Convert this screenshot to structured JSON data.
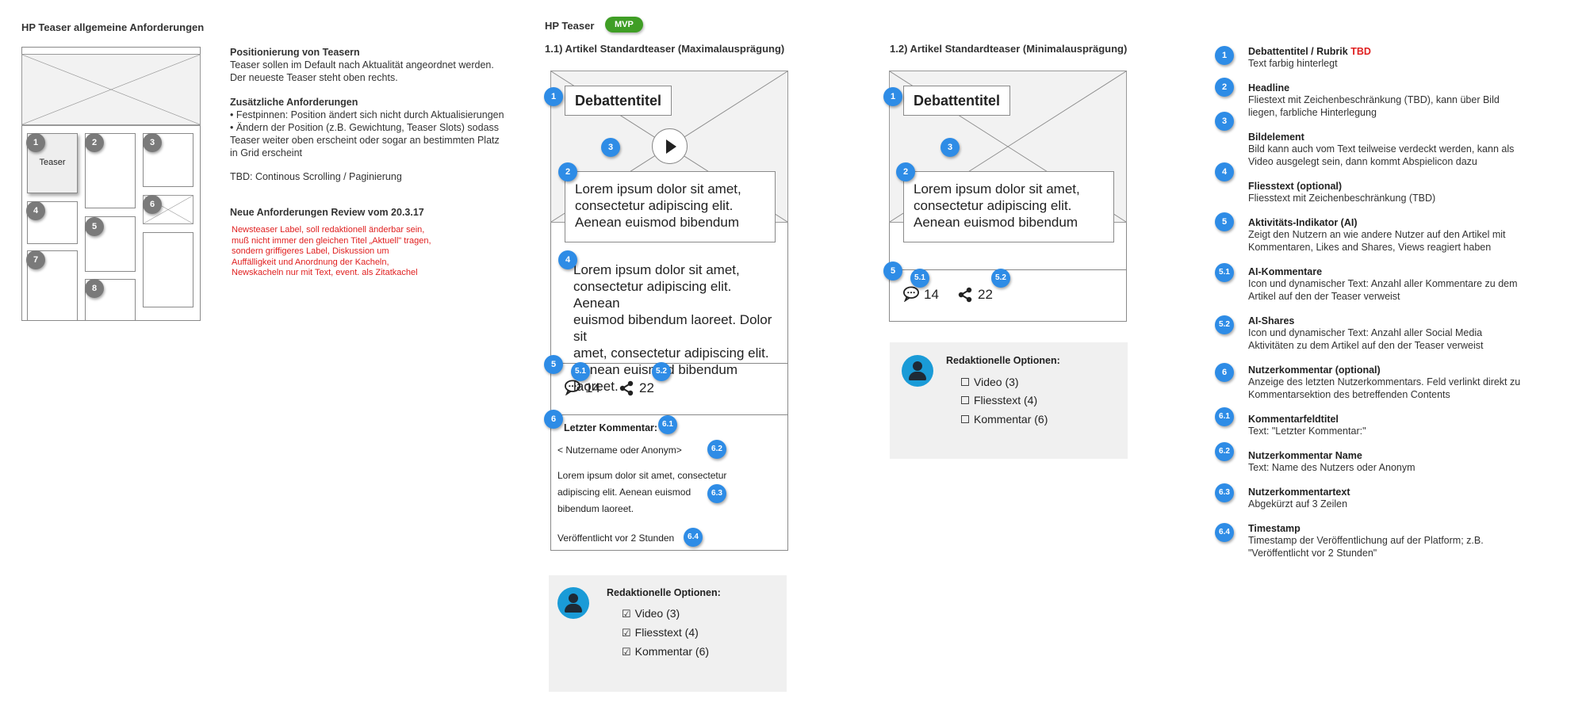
{
  "left": {
    "title": "HP Teaser allgemeine Anforderungen",
    "teaser_label": "Teaser",
    "grid_numbers": [
      "1",
      "2",
      "3",
      "4",
      "5",
      "6",
      "7",
      "8"
    ]
  },
  "requirements": {
    "pos_title": "Positionierung von Teasern",
    "pos_line1": "Teaser sollen im Default nach Aktualität angeordnet werden.",
    "pos_line2": "Der neueste Teaser steht oben rechts.",
    "add_title": "Zusätzliche Anforderungen",
    "add_line1": "• Festpinnen: Position ändert sich nicht durch Aktualisierungen",
    "add_line2": "• Ändern der Position (z.B. Gewichtung, Teaser Slots) sodass",
    "add_line3": "Teaser weiter oben erscheint oder sogar an bestimmten Platz",
    "add_line4": "in Grid erscheint",
    "tbd": "TBD: Continous Scrolling / Paginierung",
    "new_title": "Neue Anforderungen Review vom 20.3.17",
    "new_line1": "Newsteaser Label, soll redaktionell änderbar sein,",
    "new_line2": "muß nicht immer den gleichen Titel „Aktuell\" tragen,",
    "new_line3": "sondern griffigeres Label, Diskussion um",
    "new_line4": "Auffälligkeit und Anordnung der Kacheln,",
    "new_line5": "Newskacheln nur mit Text, event. als Zitatkachel"
  },
  "colors": {
    "accent": "#2e8ce6",
    "badge": "#3f9e25",
    "red": "#e02020",
    "panel": "#f0f0f0",
    "avatar": "#1a9bd7"
  },
  "max_teaser": {
    "header_label": "HP Teaser",
    "badge": "MVP",
    "title": "1.1) Artikel Standardteaser (Maximalausprägung)",
    "debate_title": "Debattentitel",
    "headline_1": "Lorem ipsum dolor sit amet,",
    "headline_2": "consectetur adipiscing elit.",
    "headline_3": "Aenean euismod bibendum",
    "body_1": "Lorem ipsum dolor sit amet,",
    "body_2": "consectetur adipiscing elit. Aenean",
    "body_3": "euismod bibendum laoreet. Dolor sit",
    "body_4": "amet, consectetur adipiscing elit.",
    "body_5": "Aenean euismod bibendum laoreet.",
    "comments_count": "14",
    "shares_count": "22",
    "comment_title": "Letzter Kommentar:",
    "comment_user": "< Nutzername oder Anonym>",
    "comment_1": "Lorem ipsum dolor sit amet, consectetur",
    "comment_2": "adipiscing elit. Aenean euismod",
    "comment_3": "bibendum laoreet.",
    "comment_time": "Veröffentlicht vor 2 Stunden",
    "options_title": "Redaktionelle Optionen:",
    "options": [
      "Video (3)",
      "Fliesstext (4)",
      "Kommentar (6)"
    ],
    "checkmark": "☑"
  },
  "min_teaser": {
    "title": "1.2) Artikel Standardteaser (Minimalausprägung)",
    "debate_title": "Debattentitel",
    "headline_1": "Lorem ipsum dolor sit amet,",
    "headline_2": "consectetur adipiscing elit.",
    "headline_3": "Aenean euismod bibendum",
    "comments_count": "14",
    "shares_count": "22",
    "options_title": "Redaktionelle Optionen:",
    "options": [
      "Video (3)",
      "Fliesstext (4)",
      "Kommentar (6)"
    ]
  },
  "legend": [
    {
      "num": "1",
      "title": "Debattentitel / Rubrik",
      "tag": "TBD",
      "desc": [
        "Text farbig hinterlegt"
      ]
    },
    {
      "num": "2",
      "title": "Headline",
      "desc": [
        "Fliestext mit Zeichenbeschränkung (TBD), kann über Bild",
        "liegen, farbliche Hinterlegung"
      ]
    },
    {
      "num": "3",
      "title": "Bildelement",
      "desc": [
        "Bild kann auch vom Text teilweise verdeckt werden, kann als",
        "Video ausgelegt sein, dann kommt Abspielicon dazu"
      ]
    },
    {
      "num": "4",
      "title": "Fliesstext (optional)",
      "desc": [
        "Fliesstext mit Zeichenbeschränkung (TBD)"
      ]
    },
    {
      "num": "5",
      "title": "Aktivitäts-Indikator (AI)",
      "desc": [
        "Zeigt den Nutzern an wie andere Nutzer auf den Artikel mit",
        "Kommentaren, Likes and Shares, Views reagiert haben"
      ]
    },
    {
      "num": "5.1",
      "title": "AI-Kommentare",
      "desc": [
        "Icon und dynamischer Text: Anzahl aller Kommentare zu dem",
        "Artikel auf den der Teaser verweist"
      ]
    },
    {
      "num": "5.2",
      "title": "AI-Shares",
      "desc": [
        "Icon und dynamischer Text: Anzahl aller Social Media",
        "Aktivitäten zu dem Artikel auf den der Teaser verweist"
      ]
    },
    {
      "num": "6",
      "title": "Nutzerkommentar (optional)",
      "desc": [
        "Anzeige des letzten Nutzerkommentars. Feld verlinkt direkt zu",
        "Kommentarsektion des betreffenden Contents"
      ]
    },
    {
      "num": "6.1",
      "title": "Kommentarfeldtitel",
      "desc": [
        "Text: \"Letzter Kommentar:\""
      ]
    },
    {
      "num": "6.2",
      "title": "Nutzerkommentar Name",
      "desc": [
        "Text: Name des Nutzers oder Anonym"
      ]
    },
    {
      "num": "6.3",
      "title": "Nutzerkommentartext",
      "desc": [
        "Abgekürzt auf 3 Zeilen"
      ]
    },
    {
      "num": "6.4",
      "title": "Timestamp",
      "desc": [
        "Timestamp der Veröffentlichung auf der Platform; z.B.",
        "\"Veröffentlicht vor 2 Stunden\""
      ]
    }
  ]
}
